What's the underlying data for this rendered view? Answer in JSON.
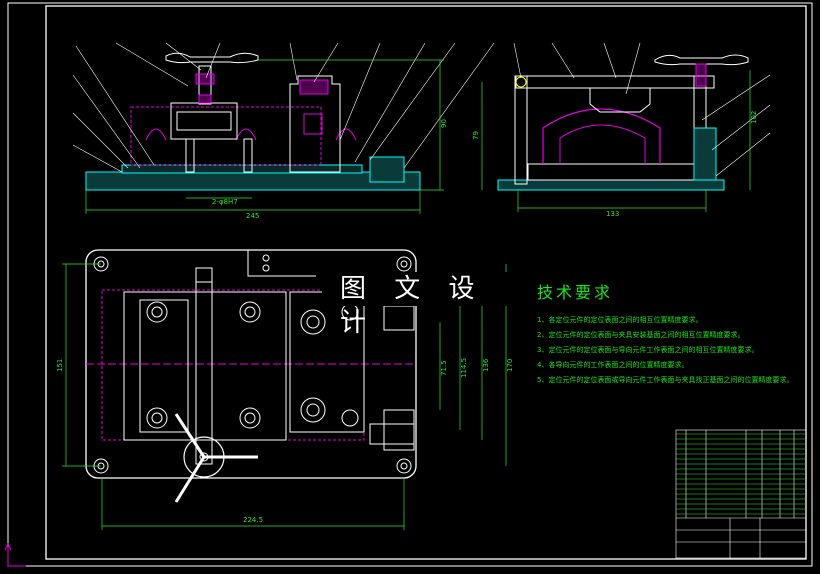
{
  "overlay": {
    "title": "图 文 设 计"
  },
  "tech": {
    "title": "技术要求",
    "items": [
      "1、各定位元件的定位表面之间的相互位置精度要求。",
      "2、定位元件的定位表面与夹具安装基面之间的相互位置精度要求。",
      "3、定位元件的定位表面与导向元件工作表面之间的相互位置精度要求。",
      "4、各导向元件的工作表面之间的位置精度要求。",
      "5、定位元件的定位表面或导向元件工作表面与夹具找正基面之间的位置精度要求。"
    ]
  },
  "dims": {
    "front_width": "245",
    "front_height": "90",
    "front_hole": "2-φ8H7",
    "side_width": "133",
    "side_height_a": "79",
    "side_height_b": "102",
    "plan_width": "224.5",
    "plan_height": "151",
    "plan_v1": "71.5",
    "plan_v2": "114.5",
    "plan_v3": "136",
    "plan_v4": "170"
  },
  "colors": {
    "background": "#000000",
    "outline": "#ffffff",
    "part": "#00ffff",
    "hidden": "#e600e6",
    "dimension": "#2ee62e",
    "leader": "#ffffff",
    "balloon": "#ffff00"
  }
}
